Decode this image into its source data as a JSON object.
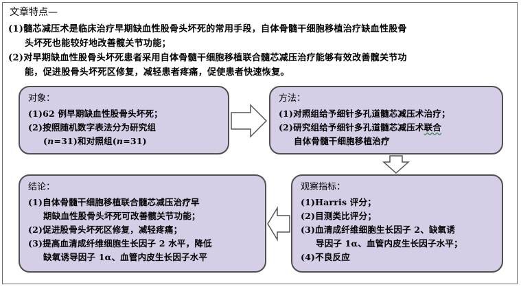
{
  "heading": "文章特点—",
  "intro": {
    "point1_line1": "(1)髓芯减压术是临床治疗早期缺血性股骨头坏死的常用手段，自体骨髓干细胞移植治疗缺血性股骨",
    "point1_line2": "头坏死也能较好地改善髋关节功能；",
    "point2_line1": "(2)对早期缺血性股骨头坏死患者采用自体骨髓干细胞移植联合髓芯减压治疗能够有效改善髋关节功",
    "point2_line2": "能，促进股骨头坏死区修复，减轻患者疼痛，促使患者快速恢复。"
  },
  "subject": {
    "title": "对象：",
    "item1": "(1)62 例早期缺血性股骨头坏死；",
    "item2": "(2)按照随机数字表法分为研究组",
    "item3_pre": "(",
    "item3_n1": "n",
    "item3_mid": "=31)和对照组(",
    "item3_n2": "n",
    "item3_post": "=31)"
  },
  "method": {
    "title": "方法：",
    "item1": "(1)对照组给予细针多孔道髓芯减压术治疗；",
    "item2_pre": "(2)研究组给予细针多孔道髓芯减压术",
    "item2_wavy": "联合",
    "item3": "自体骨髓干细胞移植治疗"
  },
  "observe": {
    "title": "观察指标：",
    "item1": "(1)Harris 评分；",
    "item2": "(2)目测类比评分；",
    "item3": "(3)血清成纤维细胞生长因子 2、缺氧诱",
    "item4": "导因子 1α、血管内皮生长因子水平；",
    "item5": "(4)不良反应"
  },
  "conclusion": {
    "title": "结论：",
    "item1": "(1)自体骨髓干细胞移植联合髓芯减压治疗早",
    "item2": "期缺血性股骨头坏死可改善髋关节功能；",
    "item3": "(2)促进股骨头坏死区修复，减轻疼痛；",
    "item4": "(3)提高血清成纤维细胞生长因子 2 水平，降低",
    "item5": "缺氧诱导因子 1α、血管内皮生长因子水平"
  },
  "colors": {
    "box_fill": "#d6cde6",
    "box_border": "#4f4f4f",
    "arrow_fill": "#ffffff",
    "arrow_stroke": "#555555"
  }
}
